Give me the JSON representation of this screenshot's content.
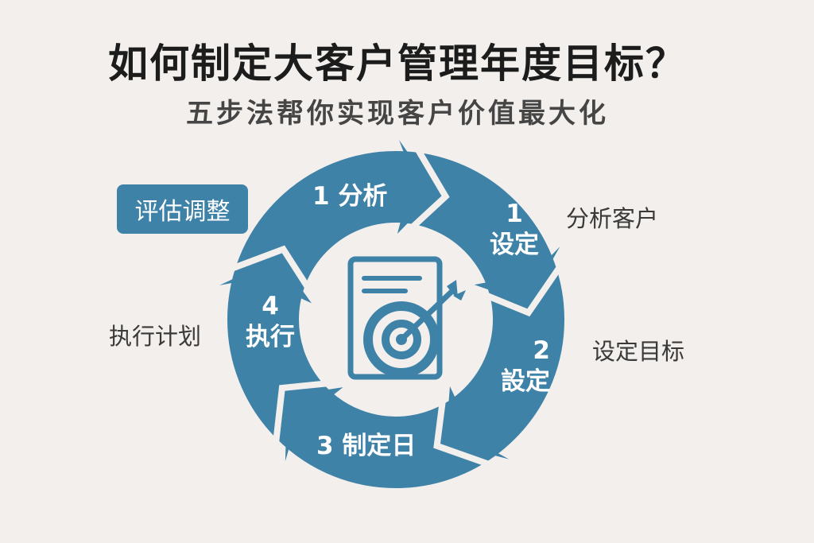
{
  "title": "如何制定大客户管理年度目标？",
  "subtitle": "五步法帮你实现客户价值最大化",
  "colors": {
    "accent": "#3f82a8",
    "background": "#f2efec",
    "text": "#3a3a3a"
  },
  "cycle": {
    "segments": [
      {
        "number": "1",
        "label": "分析"
      },
      {
        "number": "1",
        "label": "设定"
      },
      {
        "number": "2",
        "label": "設定"
      },
      {
        "number": "3",
        "label": "制定日"
      },
      {
        "number": "4",
        "label": "执行"
      }
    ],
    "center_icon": "document-target-icon"
  },
  "side_labels": {
    "eval_box": "评估调整",
    "analyze": "分析客户",
    "set_goal": "设定目标",
    "execute": "执行计划"
  }
}
